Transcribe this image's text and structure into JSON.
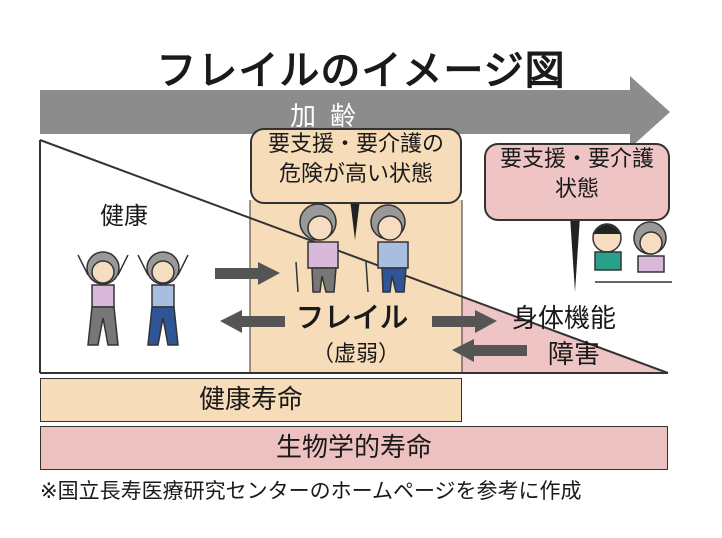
{
  "title": "フレイルのイメージ図",
  "aging_label": "加齢",
  "stages": {
    "healthy": "健康",
    "frailty": "フレイル",
    "frailty_sub": "（虚弱）",
    "disability_line1": "身体機能",
    "disability_line2": "障害"
  },
  "bubbles": {
    "frailty_risk_line1": "要支援・要介護の",
    "frailty_risk_line2": "危険が高い状態",
    "care_state_line1": "要支援・要介護",
    "care_state_line2": "状態"
  },
  "lifespans": {
    "healthy_life": "健康寿命",
    "biological_life": "生物学的寿命"
  },
  "footnote": "※国立長寿医療研究センターのホームページを参考に作成",
  "colors": {
    "tan": "#f7dcb9",
    "pink": "#efc4c4",
    "arrow_gray": "#8c8c8c"
  }
}
